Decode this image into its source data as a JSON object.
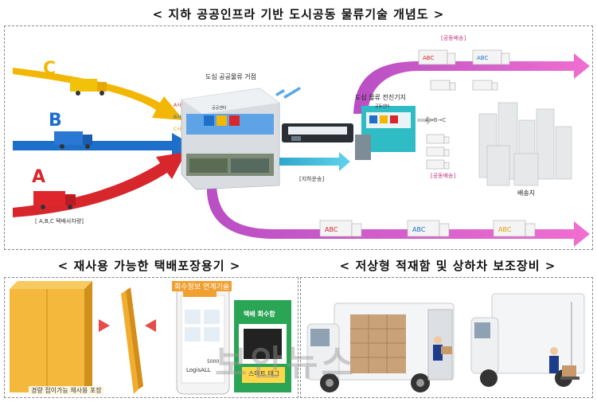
{
  "titles": {
    "main": "< 지하 공공인프라 기반 도시공동 물류기술 개념도 >",
    "packaging": "< 재사용 가능한 택배포장용기 >",
    "loading": "< 저상형 적재함 및 상하차 보조장비 >"
  },
  "diagram": {
    "route_letters": [
      "A",
      "B",
      "C"
    ],
    "carriers_label": "[ A,B,C 택배사차량]",
    "hub_label": "도심 공공물류 거점",
    "hub_sorting_label": "공공센터",
    "hub_codes": [
      "A사",
      "B사",
      "C사"
    ],
    "underground_label": "[지하운송]",
    "base_label": "도심 물류 전진기지",
    "base_sorting_label": "공동센터",
    "shared_delivery_label": "[공동배송]",
    "delivery_area_label": "배송지",
    "abc_mark": "ABC"
  },
  "packaging": {
    "caption": "경량 접이가능 재사용 포장",
    "app_header": "회수정보 연계기술",
    "app_brand": "LogisALL",
    "app_value": "5000",
    "tag_title": "택배 회수함",
    "tag_sub": "스마트 태그"
  },
  "watermark": "보안뉴스",
  "colors": {
    "route_a": "#d8262d",
    "route_b": "#1e6fc9",
    "route_c": "#f2b705",
    "pink": "#cc3fb0",
    "cyan": "#3ab7d6"
  }
}
